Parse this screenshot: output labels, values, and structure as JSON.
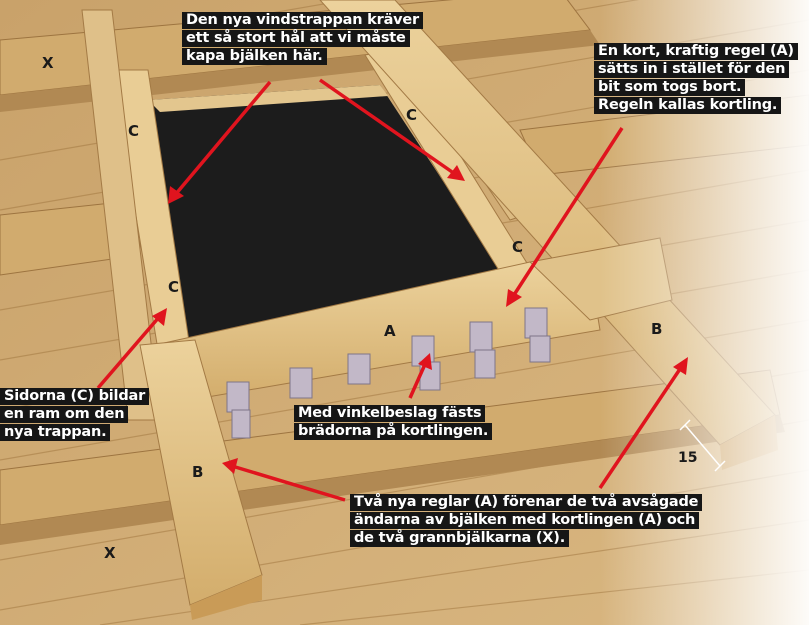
{
  "callouts": {
    "top": [
      "Den nya vindstrappan kräver",
      "ett så stort hål att vi måste",
      "kapa bjälken här."
    ],
    "right": [
      "En kort, kraftig regel (A)",
      "sätts in i stället för den",
      "bit som togs bort.",
      "Regeln kallas kortling."
    ],
    "left": [
      "Sidorna (C) bildar",
      "en ram om den",
      "nya trappan."
    ],
    "middle": [
      "Med vinkelbeslag fästs",
      "brädorna på kortlingen."
    ],
    "bottom": [
      "Två nya reglar (A) förenar de två avsågade",
      "ändarna av bjälken med kortlingen (A) och",
      "de två grannbjälkarna (X)."
    ]
  },
  "labels": {
    "x_top": "X",
    "x_bottom": "X",
    "c1": "C",
    "c2": "C",
    "c3": "C",
    "c4": "C",
    "a": "A",
    "b_left": "B",
    "b_right": "B",
    "dimension": "15"
  },
  "colors": {
    "callout_bg": "#161616",
    "callout_text": "#ffffff",
    "arrow": "#e0141e",
    "wood_light": "#e6c98f",
    "wood_mid": "#d4b072",
    "wood_dark": "#b68d52",
    "hole": "#1c1c1c",
    "bracket": "#c2b8c8"
  }
}
